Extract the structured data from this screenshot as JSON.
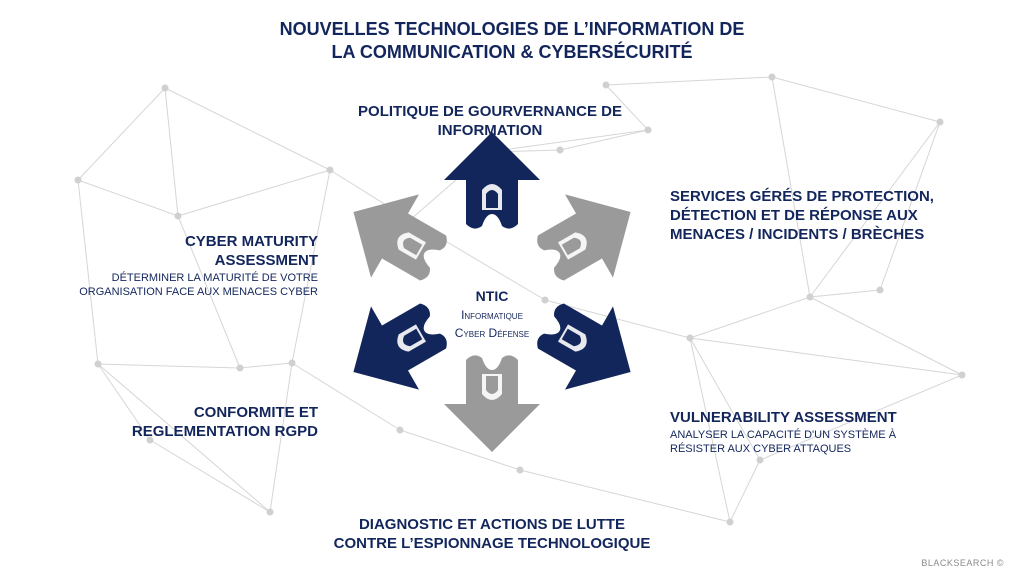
{
  "title": {
    "line1": "NOUVELLES TECHNOLOGIES DE L’INFORMATION DE",
    "line2": "LA COMMUNICATION & CYBERSÉCURITÉ"
  },
  "center": {
    "title": "NTIC",
    "line1": "Informatique",
    "line2": "Cyber Défense"
  },
  "items": [
    {
      "label_l1": "POLITIQUE DE GOURVERNANCE DE",
      "label_l2": "INFORMATION",
      "color": "#13265c"
    },
    {
      "label_l1": "SERVICES GÉRÉS DE PROTECTION,",
      "label_l2": "DÉTECTION ET DE RÉPONSE AUX",
      "label_l3": "MENACES / INCIDENTS / BRÈCHES",
      "color": "#9a9a9a"
    },
    {
      "label_l1": "VULNERABILITY ASSESSMENT",
      "sub_l1": "analyser la capacité d'un système à",
      "sub_l2": "résister aux cyber attaques",
      "color": "#13265c"
    },
    {
      "label_l1": "DIAGNOSTIC ET ACTIONS DE LUTTE",
      "label_l2": "CONTRE L’ESPIONNAGE TECHNOLOGIQUE",
      "color": "#9a9a9a"
    },
    {
      "label_l1": "CONFORMITE ET",
      "label_l2": "REGLEMENTATION  RGPD",
      "color": "#13265c"
    },
    {
      "label_l1": "CYBER MATURITY",
      "label_l2": "ASSESSMENT",
      "sub_l1": "déterminer la maturité de votre",
      "sub_l2": "organisation face aux menaces cyber",
      "color": "#9a9a9a"
    }
  ],
  "footer": "BLACKSEARCH ©"
}
